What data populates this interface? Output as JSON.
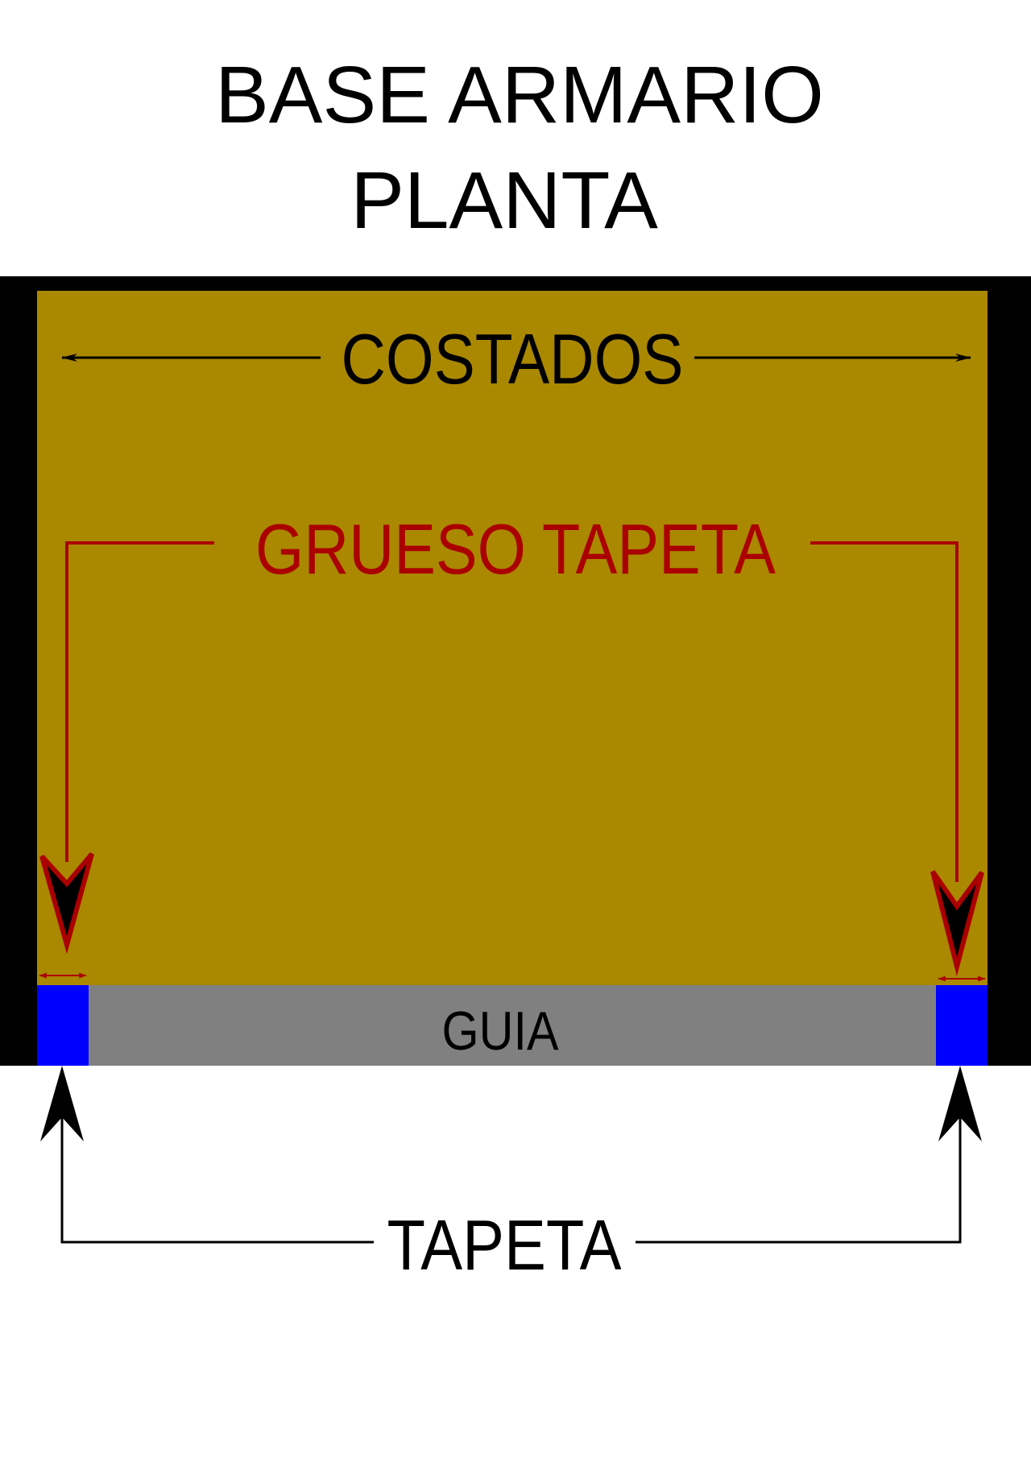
{
  "title": {
    "line1": "BASE ARMARIO",
    "line2": "PLANTA"
  },
  "labels": {
    "costados": "COSTADOS",
    "grueso_tapeta": "GRUESO TAPETA",
    "guia": "GUIA",
    "tapeta": "TAPETA"
  },
  "colors": {
    "background": "#ffffff",
    "cabinet_fill": "#aa8800",
    "costado_side": "#000000",
    "guia_rail": "#808080",
    "tapeta_block": "#0000ff",
    "grueso_arrow": "#aa0000",
    "text": "#000000",
    "grueso_text": "#aa0000"
  }
}
